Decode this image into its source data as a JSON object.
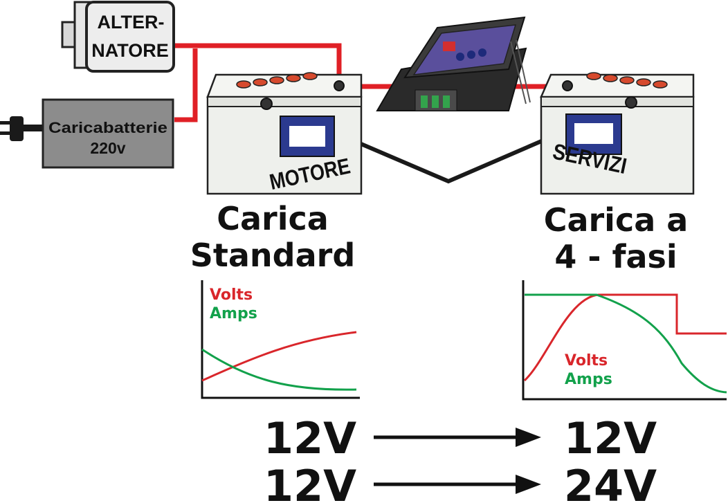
{
  "alternator": {
    "line1": "ALTER-",
    "line2": "NATORE"
  },
  "charger": {
    "line1": "Caricabatterie",
    "line2": "220v"
  },
  "engine_battery": {
    "label": "MOTORE"
  },
  "service_battery": {
    "label": "SERVIZI"
  },
  "left_heading": {
    "line1": "Carica",
    "line2": "Standard"
  },
  "right_heading": {
    "line1": "Carica a",
    "line2": "4 - fasi"
  },
  "left_chart": {
    "volts_label": "Volts",
    "amps_label": "Amps"
  },
  "right_chart": {
    "volts_label": "Volts",
    "amps_label": "Amps"
  },
  "conversions": [
    {
      "from": "12V",
      "to": "12V"
    },
    {
      "from": "12V",
      "to": "24V"
    }
  ],
  "colors": {
    "volts": "#d9262b",
    "amps": "#12a14b",
    "wire_red": "#e02026",
    "wire_black": "#1a1a1a",
    "battery_body": "#eef0ec",
    "battery_label": "#2b3a8f",
    "charger_box": "#8c8c8c"
  }
}
